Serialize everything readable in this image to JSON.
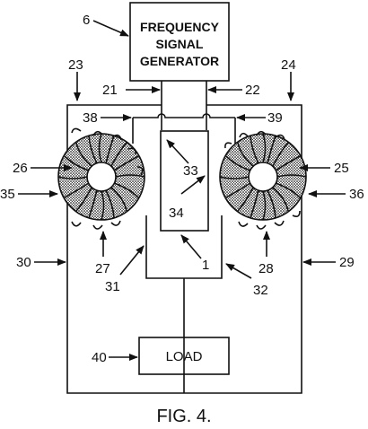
{
  "generator": {
    "line1": "FREQUENCY",
    "line2": "SIGNAL",
    "line3": "GENERATOR"
  },
  "load": {
    "label": "LOAD"
  },
  "caption": "FIG. 4.",
  "refs": {
    "r6": "6",
    "r21": "21",
    "r22": "22",
    "r23": "23",
    "r24": "24",
    "r38": "38",
    "r39": "39",
    "r26": "26",
    "r25": "25",
    "r35": "35",
    "r36": "36",
    "r33": "33",
    "r34": "34",
    "r27": "27",
    "r28": "28",
    "r30": "30",
    "r29": "29",
    "r1": "1",
    "r31": "31",
    "r32": "32",
    "r40": "40"
  }
}
